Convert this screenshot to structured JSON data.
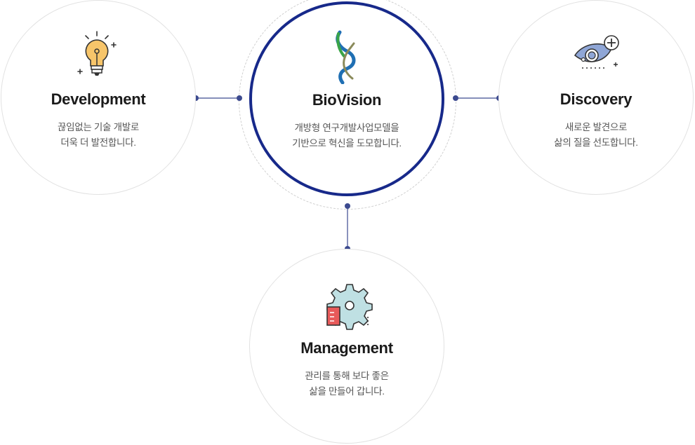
{
  "cards": {
    "development": {
      "title": "Development",
      "line1": "끊임없는 기술 개발로",
      "line2": "더욱 더 발전합니다."
    },
    "biovision": {
      "title": "BioVision",
      "line1": "개방형 연구개발사업모델을",
      "line2": "기반으로 혁신을 도모합니다."
    },
    "discovery": {
      "title": "Discovery",
      "line1": "새로운 발견으로",
      "line2": "삶의 질을 선도합니다."
    },
    "management": {
      "title": "Management",
      "line1": "관리를 통해 보다 좋은",
      "line2": "삶을 만들어 갑니다."
    }
  },
  "colors": {
    "accent": "#17298a",
    "connector": "#3c4a8f",
    "bulb": "#f7c56a",
    "eye": "#8fa6d6",
    "gear": "#bfe0e3",
    "box": "#e85a5a"
  }
}
